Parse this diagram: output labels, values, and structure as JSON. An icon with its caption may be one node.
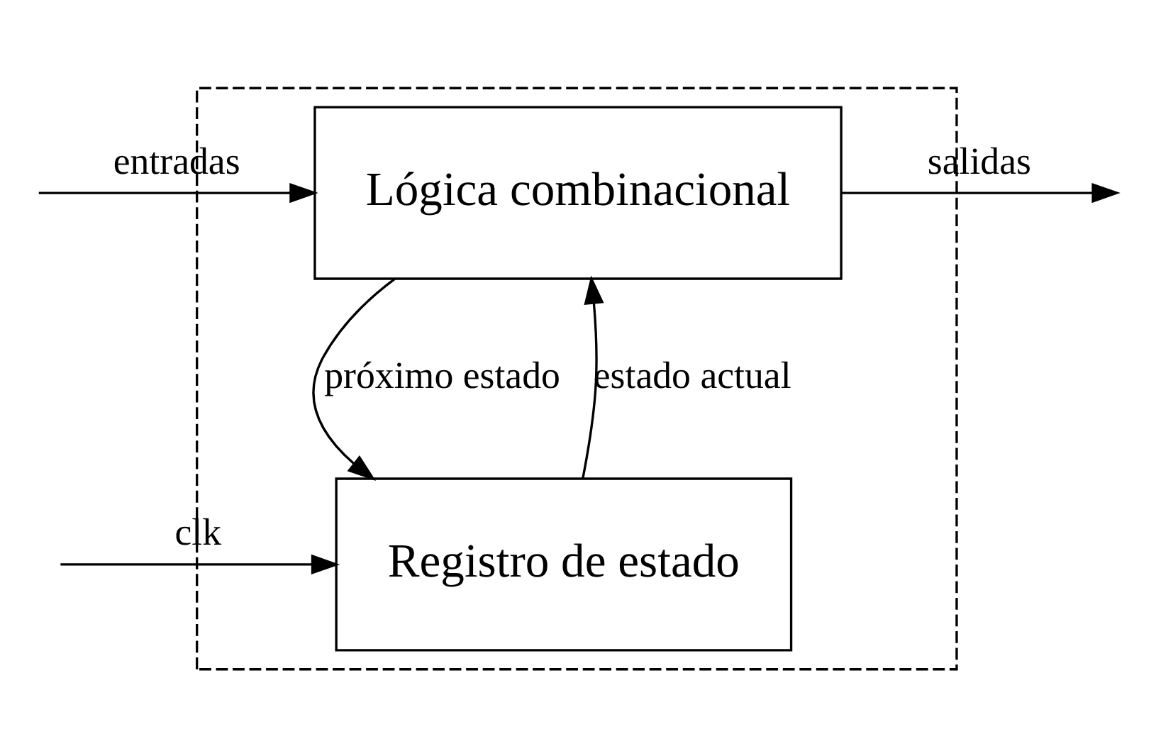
{
  "diagram": {
    "nodes": [
      {
        "text": [],
        "shape": "box"
      },
      {
        "text": [
          "Lógica combinacional"
        ],
        "in": 0
      },
      {
        "text": [
          "Registro de estado"
        ],
        "in": 0
      }
    ],
    "edges": [
      {
        "from": null,
        "to": 1,
        "arrow": "to",
        "label": "entradas"
      },
      {
        "from": 1,
        "to": null,
        "arrow": "to",
        "label": "salidas"
      },
      {
        "from": 2,
        "to": 1,
        "arrow": "to",
        "label": "estado actual"
      },
      {
        "from": 1,
        "to": 2,
        "arrow": "to",
        "label": "próximo estado"
      },
      {
        "from": null,
        "to": 2,
        "arrow": "to",
        "label": "clk"
      }
    ]
  }
}
